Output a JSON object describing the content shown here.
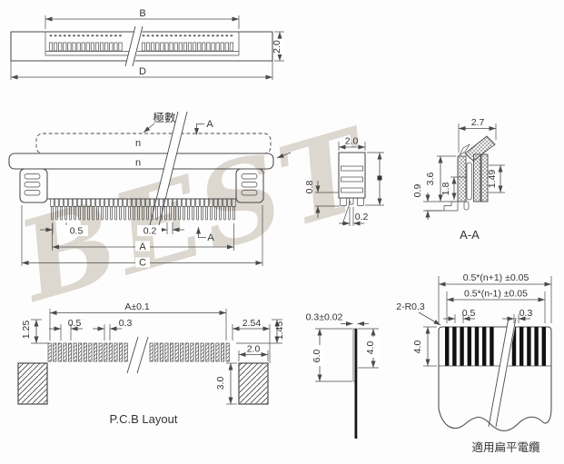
{
  "watermark": "BEST",
  "top_view": {
    "dim_b": "B",
    "dim_d": "D",
    "dim_height": "2.0"
  },
  "front_view": {
    "poles_label": "極數",
    "n_top": "n",
    "n_body": "n",
    "section_a_top": "A",
    "section_a_bottom": "A",
    "dim_pitch": "0.5",
    "dim_pin": "0.2",
    "dim_a": "A",
    "dim_c": "C"
  },
  "side_view": {
    "dim_width": "2.0",
    "dim_foot": "0.8",
    "dim_pin": "0.2"
  },
  "section_aa": {
    "title": "A-A",
    "dim_width": "2.7",
    "dim_height": "3.6",
    "dim_inner": "1.8",
    "dim_tail": "1.49",
    "dim_foot": "0.9"
  },
  "pcb_layout": {
    "title": "P.C.B Layout",
    "dim_span": "A±0.1",
    "dim_pitch": "0.5",
    "dim_pad": "0.3",
    "dim_offset": "2.54",
    "dim_v_right": "1.45",
    "dim_v_left": "1.25",
    "dim_block_w": "2.0",
    "dim_block_h": "3.0"
  },
  "cable_side_view": {
    "dim_thickness": "0.3±0.02",
    "dim_length": "6.0",
    "dim_exposed": "4.0"
  },
  "cable_detail": {
    "dim_outer": "0.5*(n+1) ±0.05",
    "dim_inner": "0.5*(n-1) ±0.05",
    "dim_corner": "2-R0.3",
    "dim_pitch": "0.5",
    "dim_conductor": "0.3",
    "dim_depth": "4.0",
    "caption": "適用扁平電纜"
  }
}
